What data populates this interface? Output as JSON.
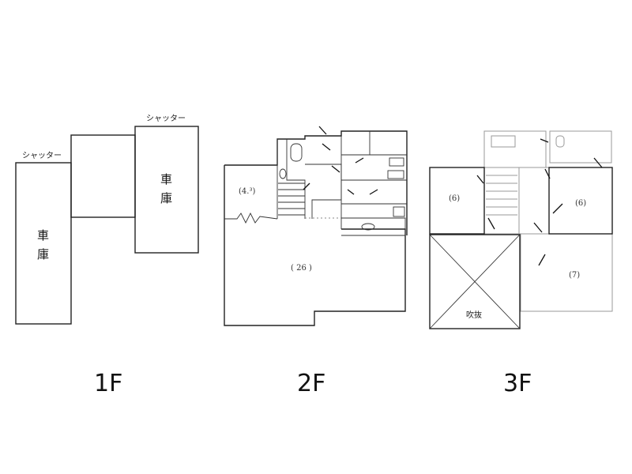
{
  "floor1": {
    "shutter_left": "シャッター",
    "shutter_right": "シャッター",
    "garage_left": [
      "車",
      "庫"
    ],
    "garage_right": [
      "車",
      "庫"
    ],
    "label": "1F"
  },
  "floor2": {
    "room_small": "(4.³)",
    "room_large": "( 26 )",
    "label": "2F"
  },
  "floor3": {
    "room_left": "(6)",
    "room_right": "(6)",
    "room_lower_right": "(7)",
    "void": "吹抜",
    "label": "3F"
  }
}
